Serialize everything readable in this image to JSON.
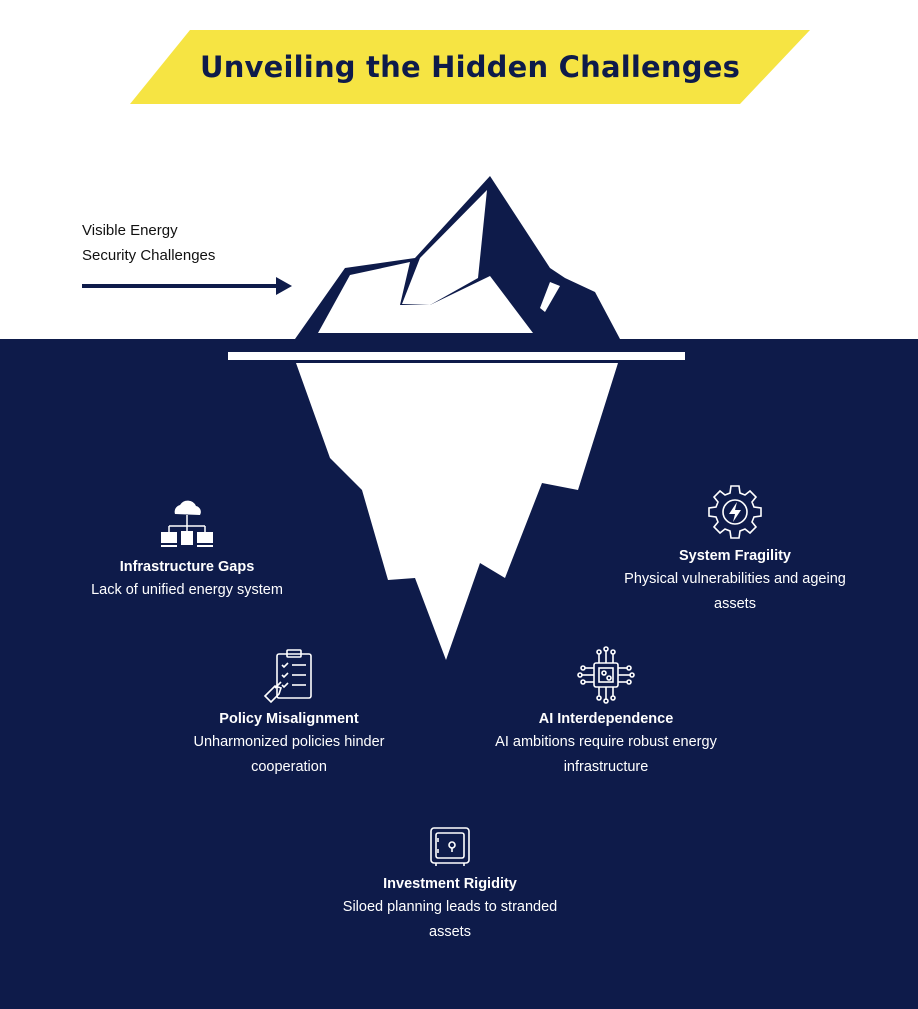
{
  "title": "Unveiling the Hidden Challenges",
  "visible_label": {
    "line1": "Visible Energy",
    "line2": "Security Challenges"
  },
  "colors": {
    "navy": "#0e1b4a",
    "yellow": "#f6e443",
    "white": "#ffffff"
  },
  "challenges": [
    {
      "icon": "cloud-network-icon",
      "title": "Infrastructure Gaps",
      "description": "Lack of unified energy system"
    },
    {
      "icon": "gear-lightning-icon",
      "title": "System Fragility",
      "description": "Physical vulnerabilities and ageing assets"
    },
    {
      "icon": "checklist-icon",
      "title": "Policy Misalignment",
      "description": "Unharmonized policies hinder cooperation"
    },
    {
      "icon": "ai-chip-icon",
      "title": "AI Interdependence",
      "description": "AI ambitions require robust energy infrastructure"
    },
    {
      "icon": "safe-icon",
      "title": "Investment Rigidity",
      "description": "Siloed planning leads to stranded assets"
    }
  ]
}
